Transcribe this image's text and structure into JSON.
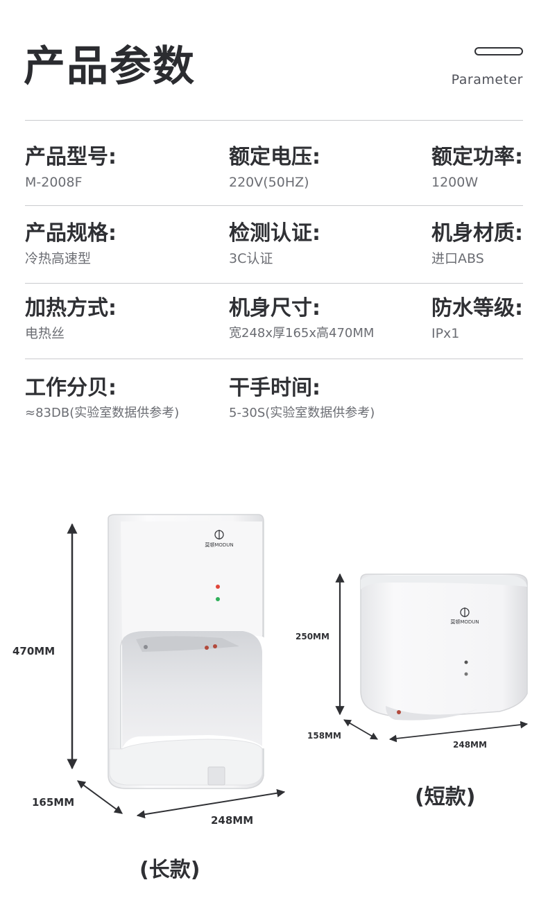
{
  "header": {
    "title": "产品参数",
    "subtitle": "Parameter"
  },
  "specs": [
    {
      "label": "产品型号:",
      "value": "M-2008F"
    },
    {
      "label": "额定电压:",
      "value": "220V(50HZ)"
    },
    {
      "label": "额定功率:",
      "value": "1200W"
    },
    {
      "label": "产品规格:",
      "value": "冷热高速型"
    },
    {
      "label": "检测认证:",
      "value": "3C认证"
    },
    {
      "label": "机身材质:",
      "value": "进口ABS"
    },
    {
      "label": "加热方式:",
      "value": "电热丝"
    },
    {
      "label": "机身尺寸:",
      "value": "宽248x厚165x高470MM"
    },
    {
      "label": "防水等级:",
      "value": "IPx1"
    },
    {
      "label": "工作分贝:",
      "value": "≈83DB(实验室数据供参考)"
    },
    {
      "label": "干手时间:",
      "value": "5-30S(实验室数据供参考)"
    }
  ],
  "long_model": {
    "height": "470MM",
    "depth": "165MM",
    "width": "248MM",
    "caption": "(长款)",
    "brand": "莫顿MODUN"
  },
  "short_model": {
    "height": "250MM",
    "depth": "158MM",
    "width": "248MM",
    "caption": "(短款)",
    "brand": "莫顿MODUN"
  }
}
